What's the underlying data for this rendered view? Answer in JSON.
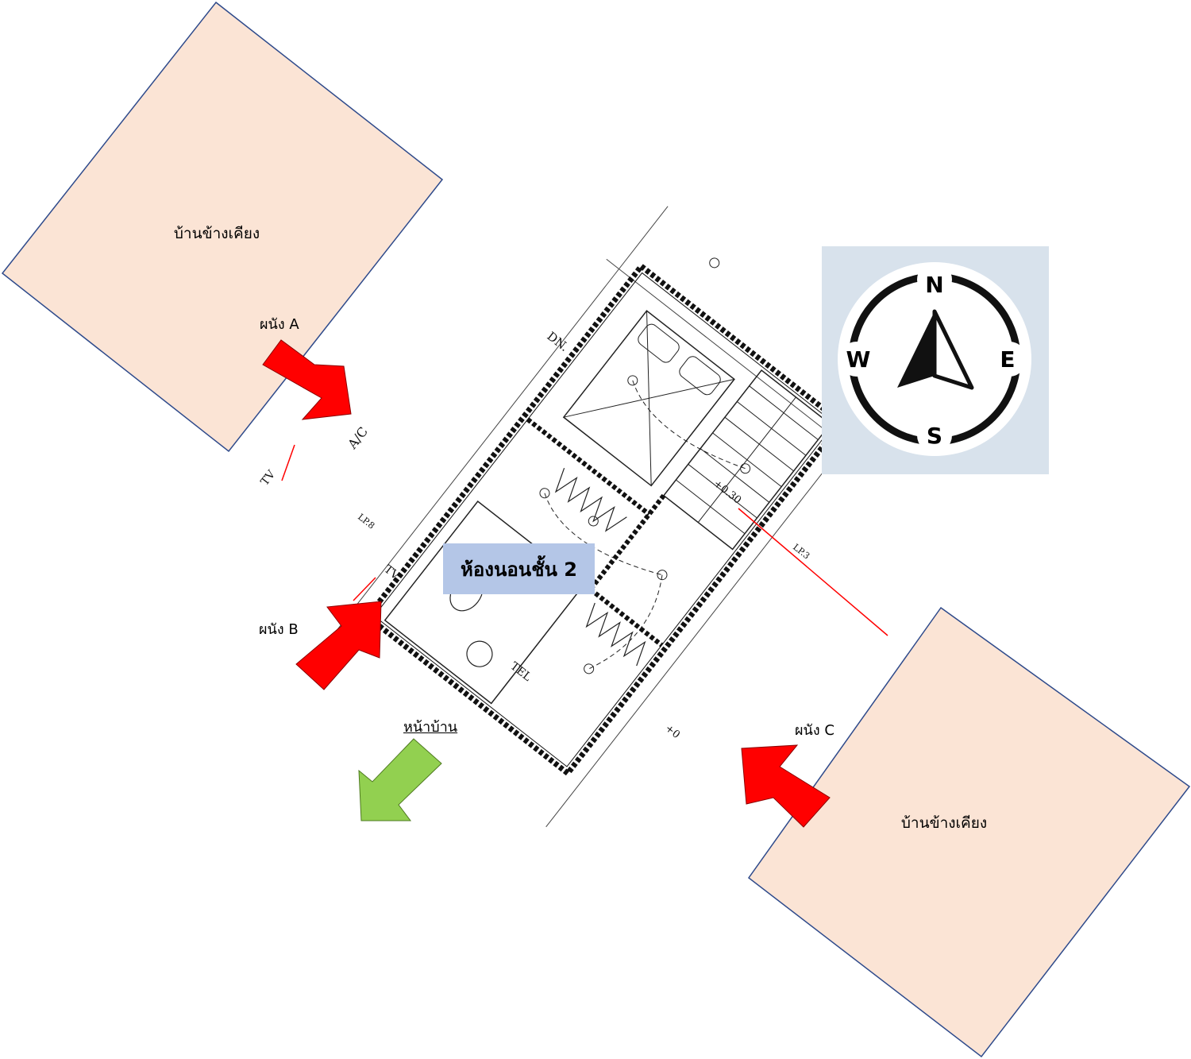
{
  "neighbor_left": {
    "label": "บ้านข้างเคียง"
  },
  "neighbor_right": {
    "label": "บ้านข้างเคียง"
  },
  "walls": {
    "a": "ผนัง A",
    "b": "ผนัง B",
    "c": "ผนัง C"
  },
  "room_label": "ห้องนอนชั้น 2",
  "front_label": "หน้าบ้าน",
  "compass": {
    "n": "N",
    "s": "S",
    "e": "E",
    "w": "W"
  },
  "plan_labels": {
    "ac": "A/C",
    "tv1": "TV",
    "tv2": "TV",
    "tel": "TEL",
    "dn": "DN.",
    "lp8": "LP.8",
    "lp3": "LP.3",
    "level_030": "+0.30",
    "level_0": "+0"
  },
  "colors": {
    "neighbor_fill": "#fbe4d5",
    "neighbor_stroke": "#2e4a8b",
    "wall_arrow": "#ff0000",
    "front_arrow": "#92d050",
    "room_label_bg": "#b4c6e7",
    "compass_bg": "#d8e2ec"
  },
  "icons": [
    "compass-icon",
    "wall-arrow-icon",
    "front-arrow-icon"
  ]
}
